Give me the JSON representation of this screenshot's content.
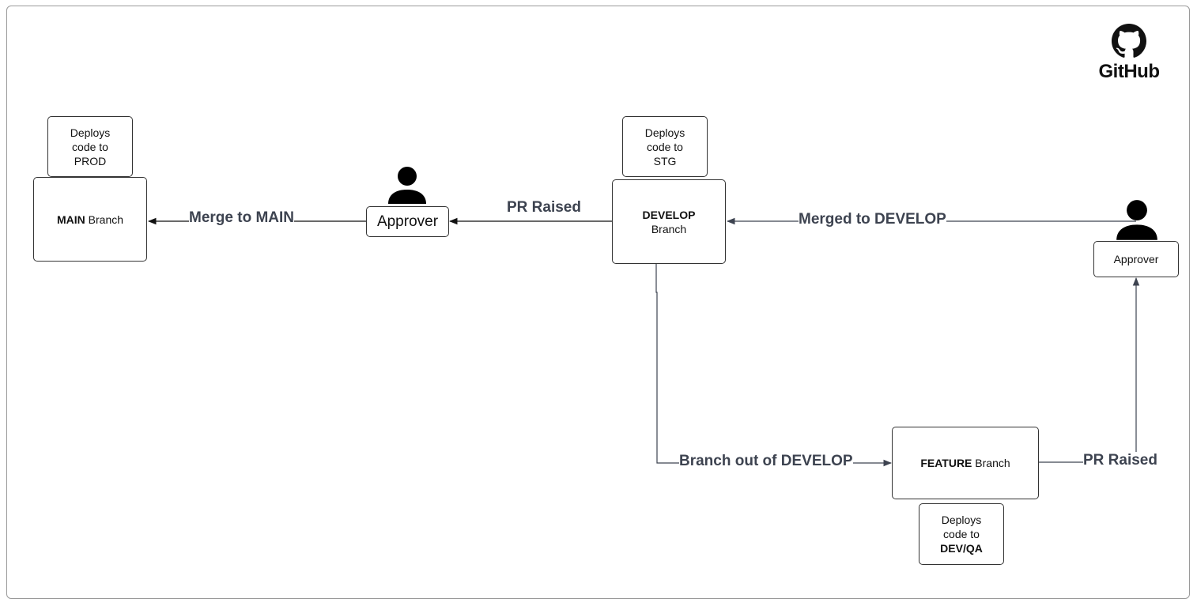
{
  "logo": {
    "text": "GitHub",
    "icon": "github-octocat-icon"
  },
  "main_branch": {
    "bold": "MAIN",
    "rest": " Branch"
  },
  "develop_branch": {
    "bold": "DEVELOP",
    "rest": "Branch"
  },
  "feature_branch": {
    "bold": "FEATURE",
    "rest": " Branch"
  },
  "deploy_prod": {
    "line1": "Deploys",
    "line2": "code to",
    "line3": "PROD"
  },
  "deploy_stg": {
    "line1": "Deploys",
    "line2": "code to",
    "line3": "STG"
  },
  "deploy_devqa": {
    "line1": "Deploys",
    "line2": "code to",
    "line3": "DEV/QA"
  },
  "approver_left": "Approver",
  "approver_right": "Approver",
  "edges": {
    "merge_to_main": "Merge to MAIN",
    "pr_raised_top": "PR Raised",
    "merged_to_develop": "Merged to DEVELOP",
    "branch_out": "Branch out of DEVELOP",
    "pr_raised_right": "PR Raised"
  }
}
